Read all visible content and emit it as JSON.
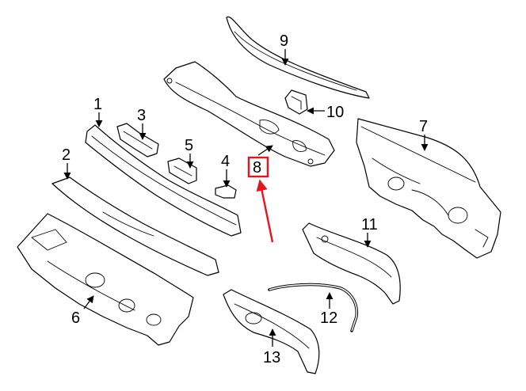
{
  "callouts": {
    "c1": "1",
    "c2": "2",
    "c3": "3",
    "c4": "4",
    "c5": "5",
    "c6": "6",
    "c7": "7",
    "c8": "8",
    "c9": "9",
    "c10": "10",
    "c11": "11",
    "c12": "12",
    "c13": "13"
  },
  "highlight": {
    "callout": "8",
    "color": "#e8141b"
  },
  "colors": {
    "line": "#000000",
    "fill": "#ffffff",
    "highlight": "#e8141b"
  }
}
